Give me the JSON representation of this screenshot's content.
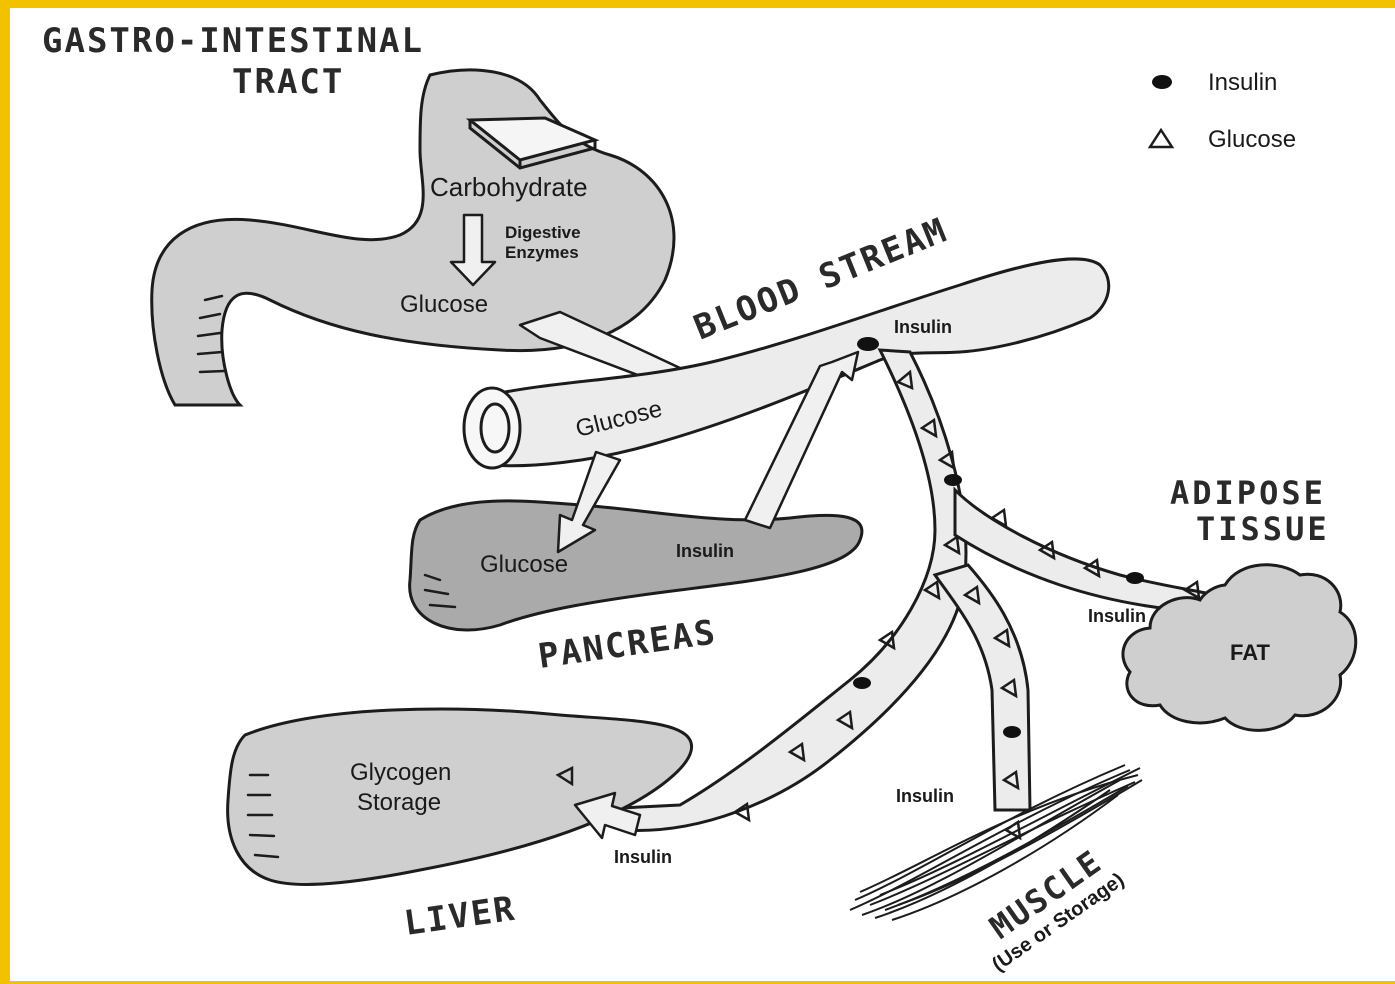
{
  "labels": {
    "gi_tract": "GASTRO-INTESTINAL",
    "gi_tract_2": "TRACT",
    "carbohydrate": "Carbohydrate",
    "digestive": "Digestive",
    "enzymes": "Enzymes",
    "glucose_stomach": "Glucose",
    "blood_stream": "BLOOD STREAM",
    "insulin_blood": "Insulin",
    "glucose_blood": "Glucose",
    "glucose_pancreas": "Glucose",
    "insulin_pancreas": "Insulin",
    "pancreas": "PANCREAS",
    "adipose": "ADIPOSE",
    "tissue": "TISSUE",
    "fat": "FAT",
    "insulin_fat": "Insulin",
    "glycogen": "Glycogen",
    "storage": "Storage",
    "insulin_liver": "Insulin",
    "liver": "LIVER",
    "insulin_muscle": "Insulin",
    "muscle": "MUSCLE",
    "muscle_sub": "(Use or Storage)"
  },
  "legend": {
    "insulin": "Insulin",
    "glucose": "Glucose"
  }
}
